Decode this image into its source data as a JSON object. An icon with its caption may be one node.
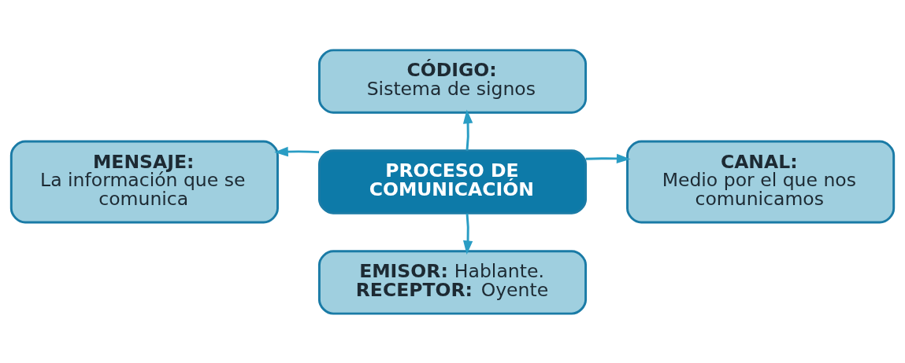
{
  "diagram": {
    "nodes": [
      {
        "text": [
          "CÓDIGO:",
          "Sistema de signos"
        ]
      },
      {
        "text": [
          "MENSAJE:",
          "La información que se comunica"
        ]
      },
      {
        "text": [
          "PROCESO DE COMUNICACIÓN"
        ]
      },
      {
        "text": [
          "CANAL:",
          "Medio por el que nos comunicamos"
        ]
      },
      {
        "text": [
          "**EMISOR:** Hablante.",
          "**RECEPTOR:** Oyente"
        ]
      }
    ],
    "edges": [
      {
        "from": 2,
        "to": 0,
        "arrow": "to"
      },
      {
        "from": 2,
        "to": 1,
        "arrow": "to"
      },
      {
        "from": 2,
        "to": 3,
        "arrow": "to"
      },
      {
        "from": 2,
        "to": 4,
        "arrow": "to"
      }
    ]
  }
}
